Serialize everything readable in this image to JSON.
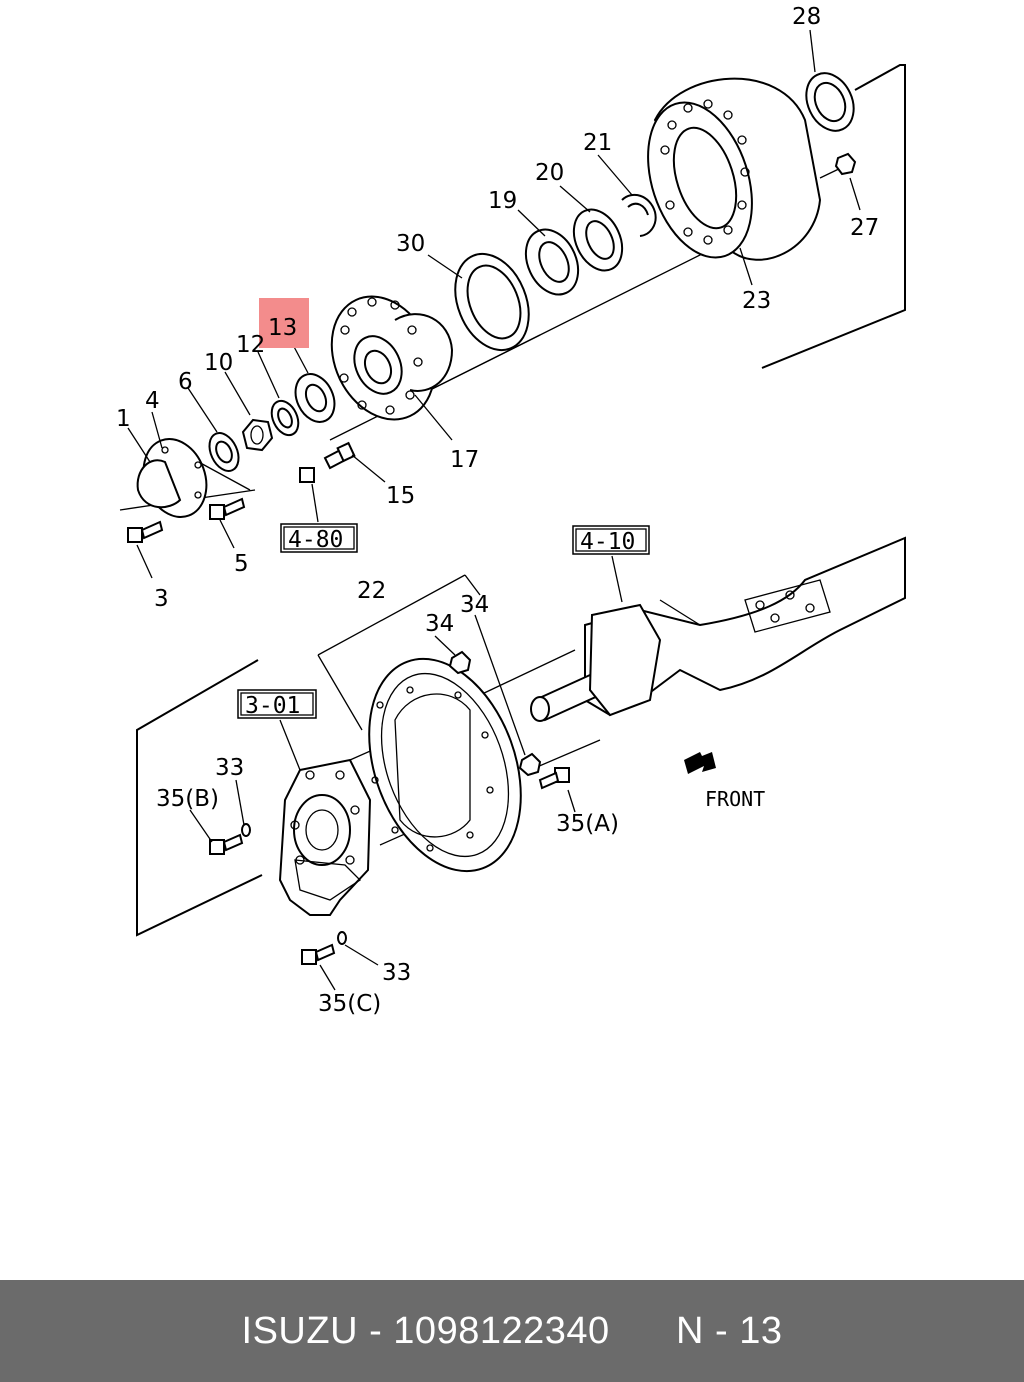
{
  "callouts": {
    "c1": "1",
    "c3": "3",
    "c4": "4",
    "c5": "5",
    "c6": "6",
    "c10": "10",
    "c12": "12",
    "c13": "13",
    "c15": "15",
    "c17": "17",
    "c19": "19",
    "c20": "20",
    "c21": "21",
    "c22": "22",
    "c23": "23",
    "c27": "27",
    "c28": "28",
    "c30": "30",
    "c33a": "33",
    "c33b": "33",
    "c34a": "34",
    "c34b": "34",
    "c35a": "35(A)",
    "c35b": "35(B)",
    "c35c": "35(C)"
  },
  "references": {
    "r480": "4-80",
    "r410": "4-10",
    "r301": "3-01"
  },
  "direction_label": "FRONT",
  "highlight_color": "#f38c8c",
  "footer": {
    "brand": "ISUZU",
    "part_number": "1098122340",
    "page": "N - 13",
    "background": "#6b6b6b"
  }
}
